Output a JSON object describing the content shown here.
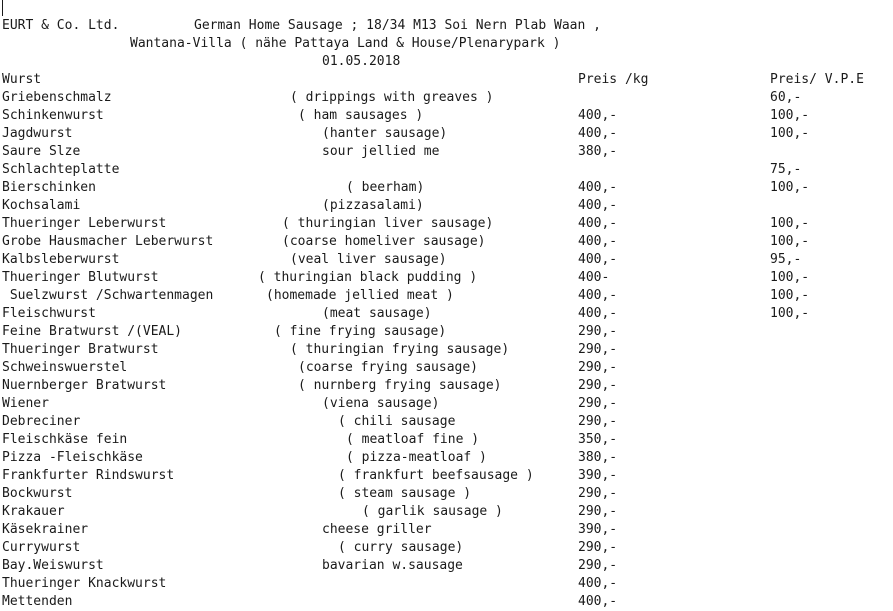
{
  "header": {
    "line1_company": "EURT & Co. Ltd.",
    "line1_address": "German Home Sausage ; 18/34 M13 Soi Nern Plab Waan ,",
    "line2": "Wantana-Villa ( nähe Pattaya Land & House/Plenarypark )",
    "date": "01.05.2018"
  },
  "columns": {
    "name": "Wurst",
    "price_kg": "Preis /kg",
    "price_unit": "Preis/ V.P.E"
  },
  "rows": [
    {
      "name": "Griebenschmalz",
      "desc": "( drippings with greaves )",
      "kg": "",
      "unit": "60,-"
    },
    {
      "name": "Schinkenwurst",
      "desc": "( ham sausages )",
      "kg": "400,-",
      "unit": "100,-"
    },
    {
      "name": "Jagdwurst",
      "desc": "(hanter sausage)",
      "kg": "400,-",
      "unit": "100,-"
    },
    {
      "name": "Saure Slze",
      "desc": "sour jellied me",
      "kg": "380,-",
      "unit": ""
    },
    {
      "name": "Schlachteplatte",
      "desc": "",
      "kg": "",
      "unit": "75,-"
    },
    {
      "name": "Bierschinken",
      "desc": "( beerham)",
      "kg": "400,-",
      "unit": "100,-"
    },
    {
      "name": "Kochsalami",
      "desc": "(pizzasalami)",
      "kg": "400,-",
      "unit": ""
    },
    {
      "name": "Thueringer Leberwurst",
      "desc": "( thuringian liver sausage)",
      "kg": "400,-",
      "unit": "100,-"
    },
    {
      "name": "Grobe Hausmacher Leberwurst",
      "desc": "(coarse homeliver sausage)",
      "kg": "400,-",
      "unit": "100,-"
    },
    {
      "name": "Kalbsleberwurst",
      "desc": "(veal liver sausage)",
      "kg": "400,-",
      "unit": "95,-"
    },
    {
      "name": "Thueringer Blutwurst",
      "desc": "( thuringian black pudding )",
      "kg": "400-",
      "unit": "100,-"
    },
    {
      "name": " Suelzwurst /Schwartenmagen",
      "desc": "(homemade jellied meat )",
      "kg": "400,-",
      "unit": "100,-"
    },
    {
      "name": "Fleischwurst",
      "desc": "(meat sausage)",
      "kg": "400,-",
      "unit": "100,-"
    },
    {
      "name": "Feine Bratwurst /(VEAL)",
      "desc": "( fine frying sausage)",
      "kg": "290,-",
      "unit": ""
    },
    {
      "name": "Thueringer Bratwurst",
      "desc": "( thuringian frying sausage)",
      "kg": "290,-",
      "unit": ""
    },
    {
      "name": "Schweinswuerstel",
      "desc": "(coarse frying sausage)",
      "kg": "290,-",
      "unit": ""
    },
    {
      "name": "Nuernberger Bratwurst",
      "desc": "( nurnberg frying sausage)",
      "kg": "290,-",
      "unit": ""
    },
    {
      "name": "Wiener",
      "desc": "(viena sausage)",
      "kg": "290,-",
      "unit": ""
    },
    {
      "name": "Debreciner",
      "desc": "( chili sausage",
      "kg": "290,-",
      "unit": ""
    },
    {
      "name": "Fleischkäse fein",
      "desc": "( meatloaf fine )",
      "kg": "350,-",
      "unit": ""
    },
    {
      "name": "Pizza -Fleischkäse",
      "desc": "( pizza-meatloaf )",
      "kg": "380,-",
      "unit": ""
    },
    {
      "name": "Frankfurter Rindswurst",
      "desc": "( frankfurt beefsausage )",
      "kg": "390,-",
      "unit": ""
    },
    {
      "name": "Bockwurst",
      "desc": "( steam sausage )",
      "kg": "290,-",
      "unit": ""
    },
    {
      "name": "Krakauer",
      "desc": "( garlik sausage )",
      "kg": "290,-",
      "unit": ""
    },
    {
      "name": "Käsekrainer",
      "desc": "cheese griller",
      "kg": "390,-",
      "unit": ""
    },
    {
      "name": "Currywurst",
      "desc": "( curry sausage)",
      "kg": "290,-",
      "unit": ""
    },
    {
      "name": "Bay.Weiswurst",
      "desc": "bavarian w.sausage",
      "kg": "290,-",
      "unit": ""
    },
    {
      "name": "Thueringer Knackwurst",
      "desc": "",
      "kg": "400,-",
      "unit": ""
    },
    {
      "name": "Mettenden",
      "desc": "",
      "kg": "400,-",
      "unit": ""
    }
  ]
}
